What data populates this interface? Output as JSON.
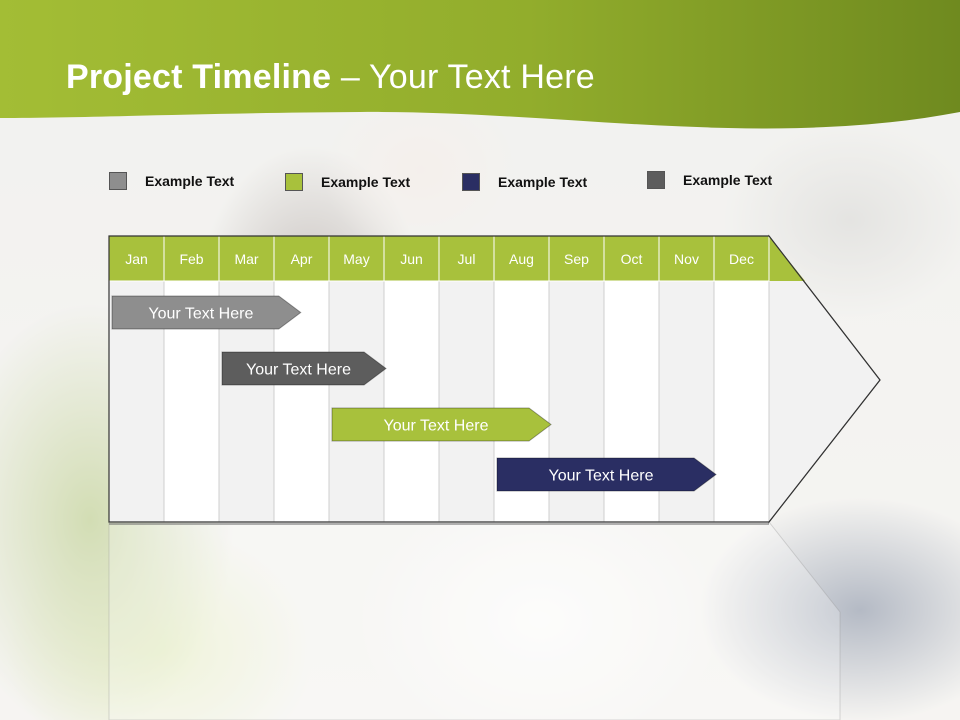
{
  "title": {
    "bold": "Project Timeline",
    "rest": " – Your Text Here"
  },
  "colors": {
    "green": "#a8c13c",
    "gray": "#8e8e8e",
    "dark_gray": "#5d5d5d",
    "navy": "#2a2e63"
  },
  "legend": [
    {
      "label": "Example Text",
      "color": "#8e8e8e"
    },
    {
      "label": "Example Text",
      "color": "#a8c13c"
    },
    {
      "label": "Example Text",
      "color": "#2a2e63"
    },
    {
      "label": "Example Text",
      "color": "#5d5d5d"
    }
  ],
  "months": [
    "Jan",
    "Feb",
    "Mar",
    "Apr",
    "May",
    "Jun",
    "Jul",
    "Aug",
    "Sep",
    "Oct",
    "Nov",
    "Dec"
  ],
  "tasks": [
    {
      "label": "Your  Text Here",
      "start_month": 1.0,
      "end_month": 4.45,
      "color": "#8e8e8e"
    },
    {
      "label": "Your  Text Here",
      "start_month": 3.0,
      "end_month": 6.0,
      "color": "#5d5d5d"
    },
    {
      "label": "Your  Text Here",
      "start_month": 5.0,
      "end_month": 9.0,
      "color": "#a8c13c"
    },
    {
      "label": "Your  Text Here",
      "start_month": 8.0,
      "end_month": 12.0,
      "color": "#2a2e63"
    }
  ]
}
